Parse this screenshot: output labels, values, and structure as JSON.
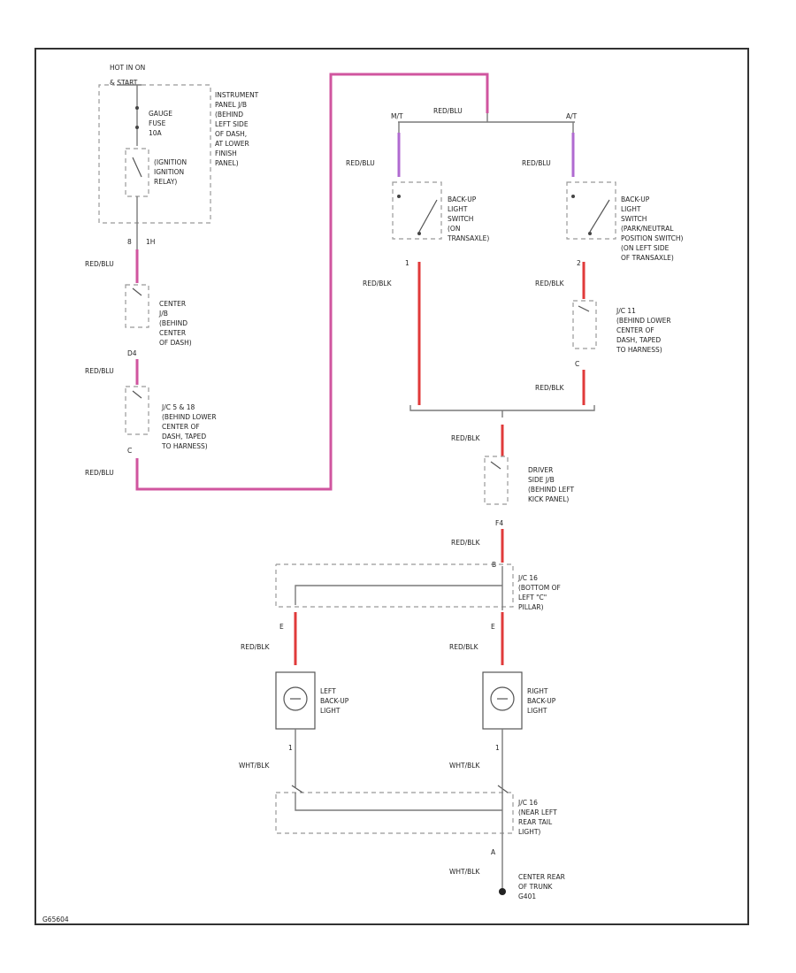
{
  "power": {
    "source_line1": "HOT IN ON",
    "source_line2": "& START"
  },
  "fuse": {
    "line1": "GAUGE",
    "line2": "FUSE",
    "line3": "10A"
  },
  "relay": {
    "line1": "(IGNITION",
    "line2": "IGNITION",
    "line3": "RELAY)"
  },
  "ip_jb": {
    "line1": "INSTRUMENT",
    "line2": "PANEL J/B",
    "line3": "(BEHIND",
    "line4": "LEFT SIDE",
    "line5": "OF DASH,",
    "line6": "AT LOWER",
    "line7": "FINISH",
    "line8": "PANEL)"
  },
  "center_jb": {
    "line1": "CENTER",
    "line2": "J/B",
    "line3": "(BEHIND",
    "line4": "CENTER",
    "line5": "OF DASH)"
  },
  "jc_left": {
    "line1": "J/C 5 & 18",
    "line2": "(BEHIND LOWER",
    "line3": "CENTER OF",
    "line4": "DASH, TAPED",
    "line5": "TO HARNESS)"
  },
  "wires": {
    "red_blu": "RED/BLU",
    "red_blk": "RED/BLK",
    "wht_blk": "WHT/BLK"
  },
  "pins": {
    "p_8": "8",
    "p_1h": "1H",
    "p_d4": "D4",
    "p_c": "C",
    "p_1": "1",
    "p_2": "2",
    "p_f4": "F4",
    "p_b": "B",
    "p_e": "E",
    "p_a": "A"
  },
  "transmission": {
    "mt": "M/T",
    "at": "A/T"
  },
  "switch_mt": {
    "line1": "BACK-UP",
    "line2": "LIGHT",
    "line3": "SWITCH",
    "line4": "(ON",
    "line5": "TRANSAXLE)"
  },
  "switch_at": {
    "line1": "BACK-UP",
    "line2": "LIGHT",
    "line3": "SWITCH",
    "line4": "(PARK/NEUTRAL",
    "line5": "POSITION SWITCH)",
    "line6": "(ON LEFT SIDE",
    "line7": "OF TRANSAXLE)"
  },
  "jc_right": {
    "line1": "J/C 11",
    "line2": "(BEHIND LOWER",
    "line3": "CENTER OF",
    "line4": "DASH, TAPED",
    "line5": "TO HARNESS)"
  },
  "driver_jb": {
    "line1": "DRIVER",
    "line2": "SIDE J/B",
    "line3": "(BEHIND LEFT",
    "line4": "KICK PANEL)"
  },
  "jc16_top": {
    "line1": "J/C 16",
    "line2": "(BOTTOM OF",
    "line3": "LEFT \"C\"",
    "line4": "PILLAR)"
  },
  "left_light": {
    "line1": "LEFT",
    "line2": "BACK-UP",
    "line3": "LIGHT"
  },
  "right_light": {
    "line1": "RIGHT",
    "line2": "BACK-UP",
    "line3": "LIGHT"
  },
  "jc16_bottom": {
    "line1": "J/C 16",
    "line2": "(NEAR LEFT",
    "line3": "REAR TAIL",
    "line4": "LIGHT)"
  },
  "ground": {
    "line1": "CENTER REAR",
    "line2": "OF TRUNK",
    "line3": "G401"
  },
  "footer": {
    "code": "G65604"
  }
}
